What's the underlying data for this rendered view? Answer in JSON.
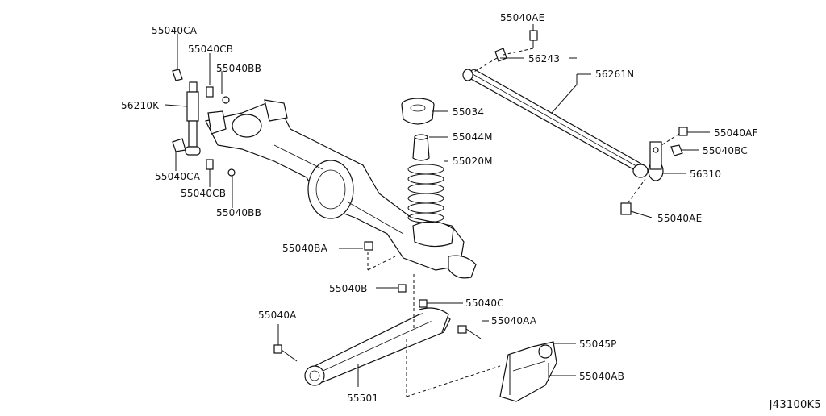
{
  "labels": {
    "p55040AE_top": "55040AE",
    "p56243": "56243",
    "p56261N": "56261N",
    "p55040CA_top": "55040CA",
    "p55040CB_top": "55040CB",
    "p55040BB_top": "55040BB",
    "p56210K": "56210K",
    "p55034": "55034",
    "p55044M": "55044M",
    "p55020M": "55020M",
    "p55040AF": "55040AF",
    "p55040BC": "55040BC",
    "p56310": "56310",
    "p55040AE_bottom": "55040AE",
    "p55040CA_bottom": "55040CA",
    "p55040CB_bottom": "55040CB",
    "p55040BB_bottom": "55040BB",
    "p55040BA": "55040BA",
    "p55040B": "55040B",
    "p55040C": "55040C",
    "p55040A": "55040A",
    "p55040AA": "55040AA",
    "p55045P": "55045P",
    "p55040AB": "55040AB",
    "p55501": "55501"
  },
  "diagram_code": "J43100K5"
}
